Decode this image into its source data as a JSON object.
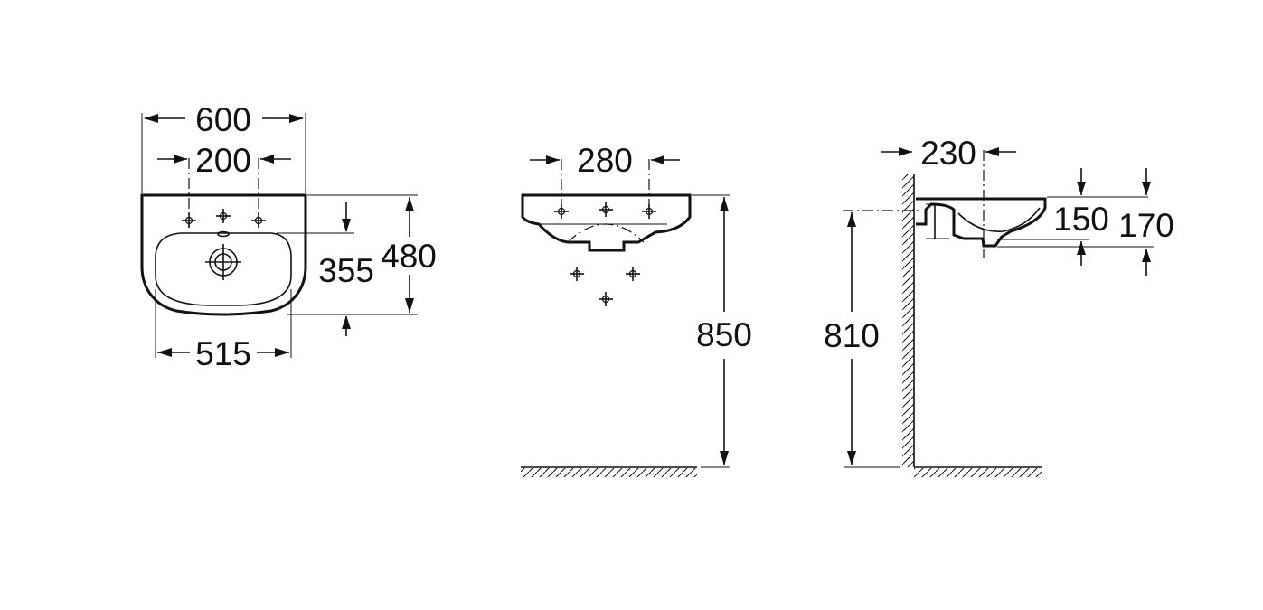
{
  "front_view": {
    "width_overall": "600",
    "tap_spacing": "200",
    "bowl_width": "515",
    "bowl_depth": "355",
    "depth_overall": "480"
  },
  "elevation_view": {
    "fixing_spacing": "280",
    "height_to_rim": "850"
  },
  "side_view": {
    "projection": "230",
    "waste_height": "150",
    "basin_height": "170",
    "height_to_waste": "810"
  }
}
